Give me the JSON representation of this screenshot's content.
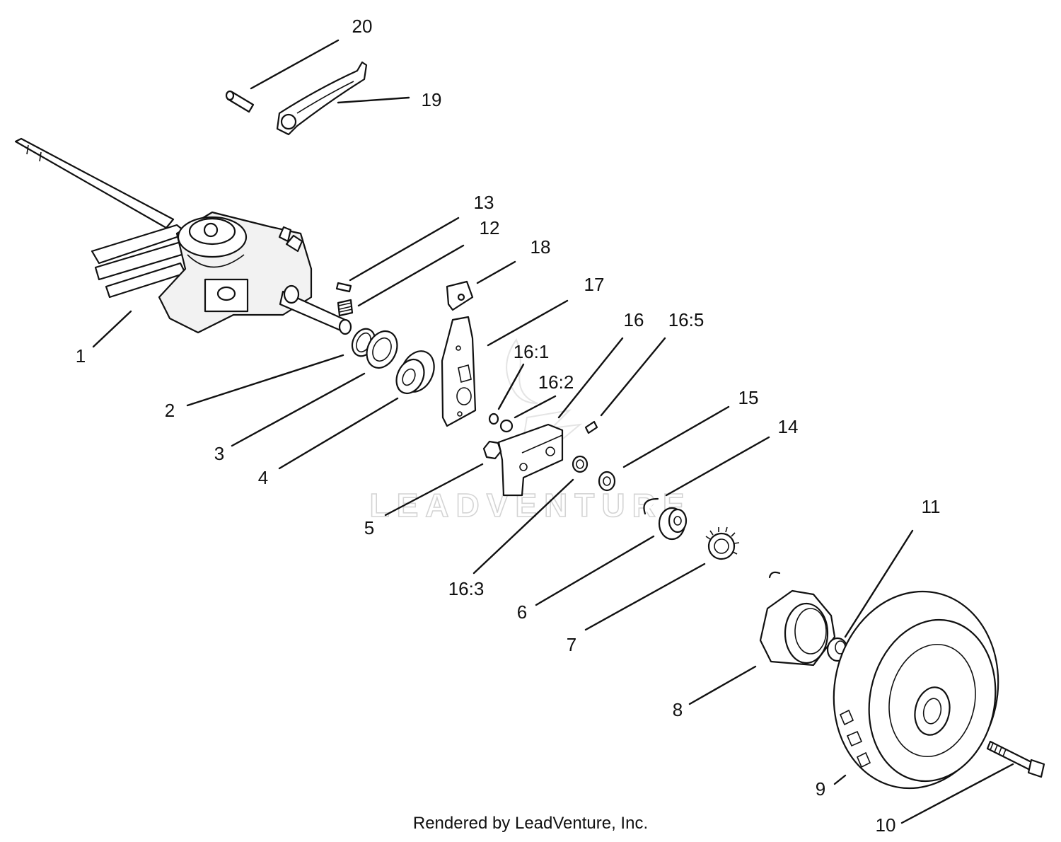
{
  "watermark": "LEADVENTURE",
  "footer": "Rendered by LeadVenture, Inc.",
  "callouts": [
    "20",
    "19",
    "13",
    "12",
    "18",
    "17",
    "16",
    "16:5",
    "16:1",
    "16:2",
    "1",
    "2",
    "3",
    "4",
    "15",
    "14",
    "5",
    "11",
    "16:3",
    "6",
    "7",
    "8",
    "9",
    "10"
  ]
}
